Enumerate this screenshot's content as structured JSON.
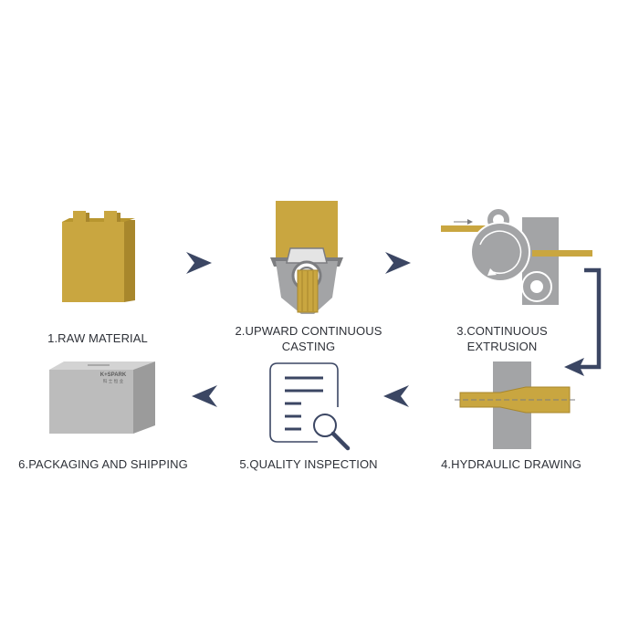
{
  "steps": [
    {
      "id": 1,
      "label": "1.RAW MATERIAL"
    },
    {
      "id": 2,
      "label_line1": "2.UPWARD CONTINUOUS",
      "label_line2": "CASTING"
    },
    {
      "id": 3,
      "label_line1": "3.CONTINUOUS",
      "label_line2": "EXTRUSION"
    },
    {
      "id": 4,
      "label": "4.HYDRAULIC DRAWING"
    },
    {
      "id": 5,
      "label": "5.QUALITY INSPECTION"
    },
    {
      "id": 6,
      "label": "6.PACKAGING AND SHIPPING"
    }
  ],
  "box_brand": {
    "line1": "K+SPARK",
    "line2": "科 士 恒 业"
  },
  "colors": {
    "gold": "#c9a640",
    "gold_dark": "#a8872c",
    "gray": "#a3a4a6",
    "gray_dark": "#7c7d80",
    "navy": "#3b4663",
    "text": "#2e3138"
  },
  "icons": {
    "step1": "copper-block-icon",
    "step2": "casting-machine-icon",
    "step3": "extrusion-rollers-icon",
    "step4": "drawing-die-icon",
    "step5": "inspection-document-icon",
    "step6": "shipping-box-icon"
  }
}
